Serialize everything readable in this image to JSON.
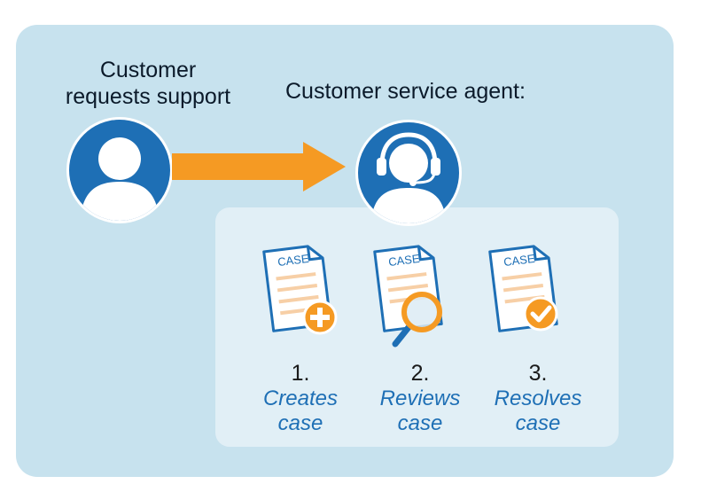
{
  "actors": {
    "customer_label": "Customer\nrequests support",
    "agent_label": "Customer service agent:"
  },
  "steps": [
    {
      "number": "1.",
      "label_line1": "Creates",
      "label_line2": "case",
      "badge": "plus-icon"
    },
    {
      "number": "2.",
      "label_line1": "Reviews",
      "label_line2": "case",
      "badge": "magnifier-icon"
    },
    {
      "number": "3.",
      "label_line1": "Resolves",
      "label_line2": "case",
      "badge": "checkmark-icon"
    }
  ],
  "case_doc_title": "CASE",
  "colors": {
    "panel": "#c7e2ee",
    "inner_panel": "#e1eff6",
    "avatar_blue": "#1e6fb5",
    "arrow_orange": "#f59a23",
    "label_blue": "#1e6fb5"
  }
}
